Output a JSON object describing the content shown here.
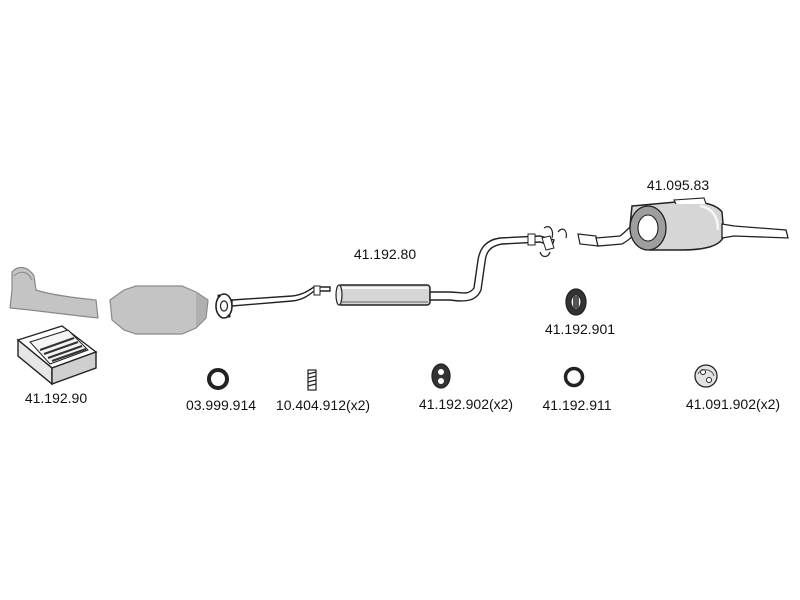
{
  "parts": {
    "front_pipe": "",
    "catalyst": "",
    "mounting_kit": "41.192.90",
    "seal_ring": "03.999.914",
    "spring": "10.404.912(x2)",
    "middle_silencer": "41.192.80",
    "rubber_mount_single": "41.192.901",
    "rubber_mount_pair": "41.192.902(x2)",
    "seal_ring_small": "41.192.911",
    "rear_silencer": "41.095.83",
    "rear_hanger": "41.091.902(x2)"
  },
  "colors": {
    "line": "#222222",
    "part_fill": "#d6d6d6",
    "shadow_fill": "#9e9e9e",
    "muted_fill": "#c4c4c4",
    "background": "#ffffff"
  },
  "icons": [
    "exhaust-pipe-icon",
    "catalyst-icon",
    "kit-box-icon",
    "ring-icon",
    "spring-icon",
    "rubber-mount-icon",
    "hanger-icon",
    "silencer-icon"
  ]
}
